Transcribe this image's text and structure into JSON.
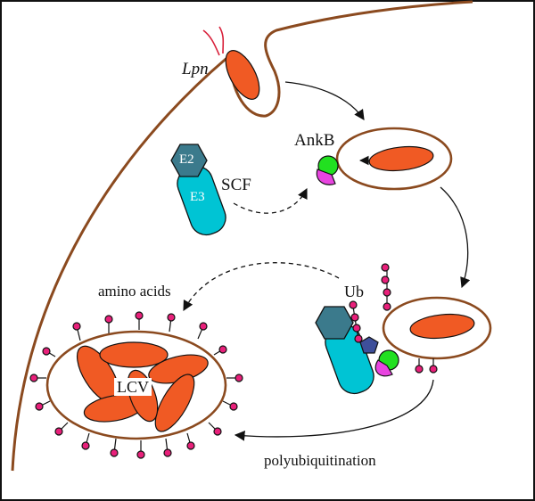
{
  "labels": {
    "pathogen": "Lpn",
    "ankyrin": "AnkB",
    "complex": "SCF",
    "e2": "E2",
    "e3": "E3",
    "ubiquitin": "Ub",
    "amino_acids": "amino acids",
    "vacuole": "LCV",
    "process": "polyubiquitination"
  },
  "colors": {
    "membrane": "#8b4a1f",
    "bacterium": "#f05a24",
    "e2_hex": "#3b7a8c",
    "e3_body": "#00c4d4",
    "ankb_green": "#22e020",
    "ankb_magenta": "#e844e0",
    "ubiquitin": "#e8207a",
    "adaptor": "#3e4f9a",
    "flagellum": "#d8203a"
  }
}
